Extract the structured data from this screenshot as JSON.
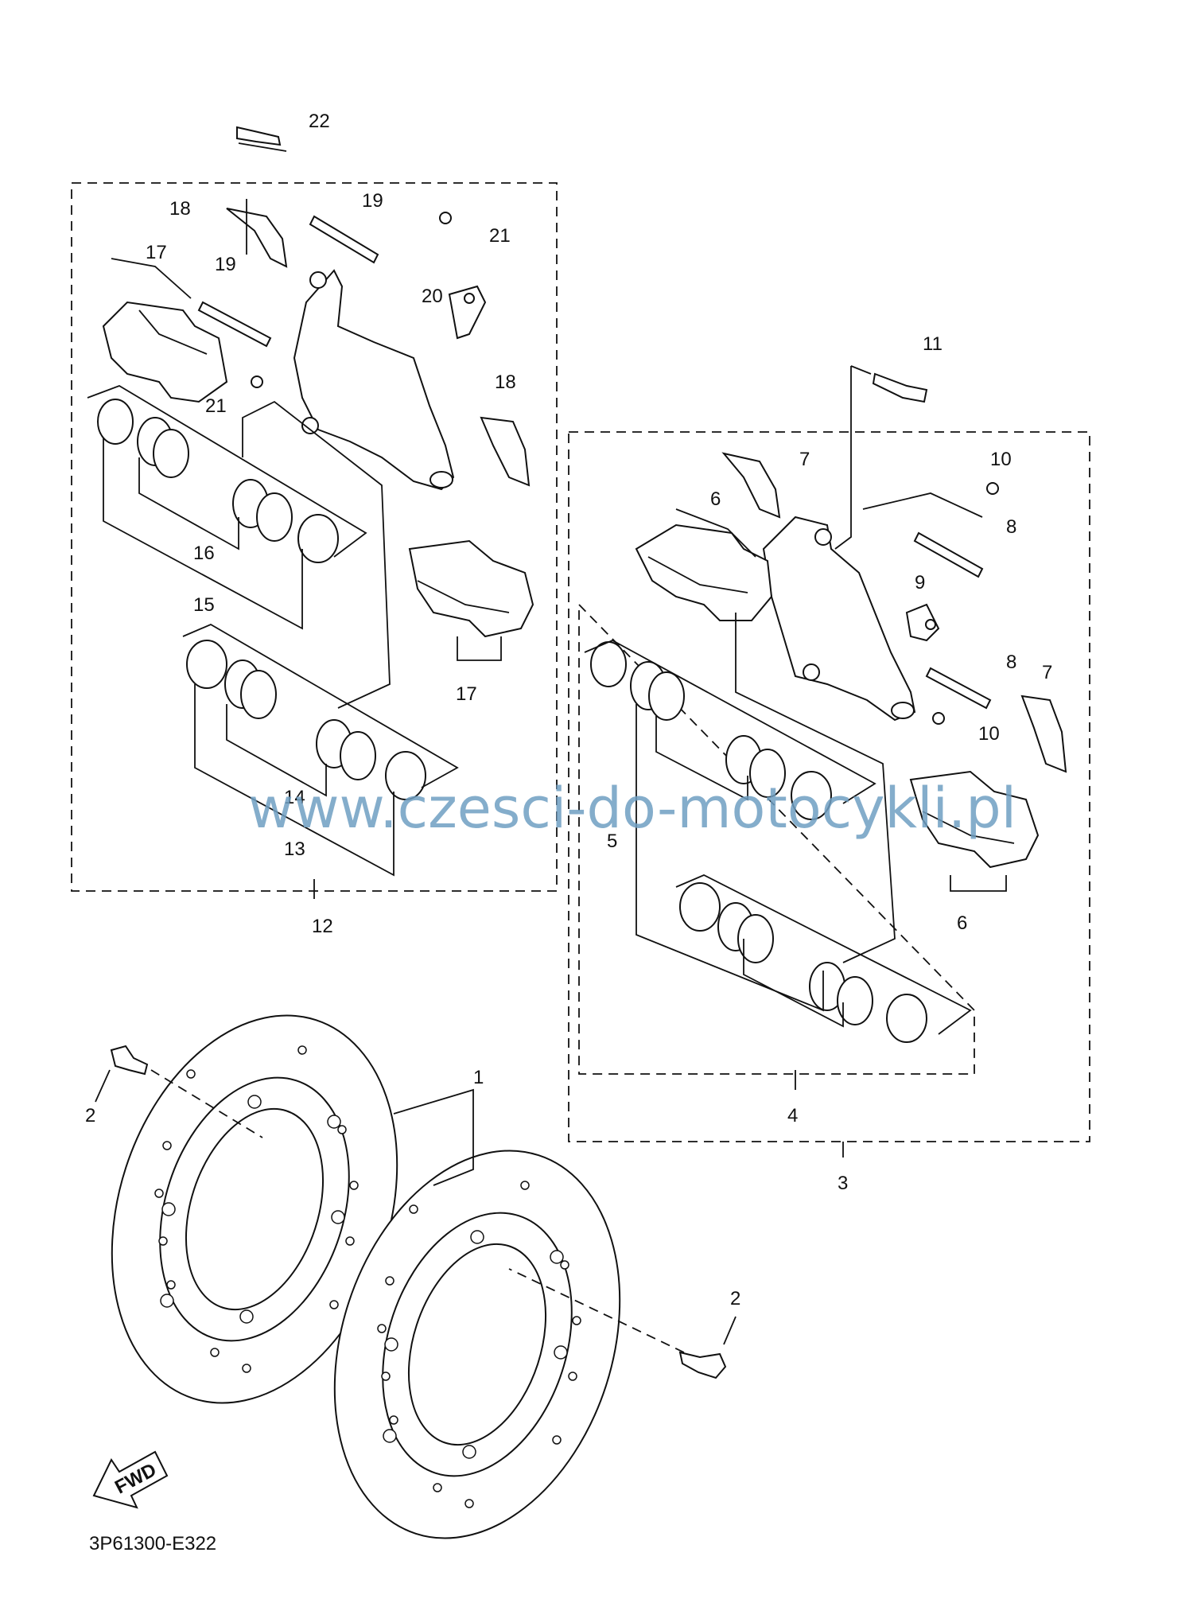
{
  "diagram": {
    "drawing_code": "3P61300-E322",
    "watermark": "www.czesci-do-motocykli.pl",
    "fwd_label": "FWD",
    "callouts": {
      "c1": "1",
      "c2a": "2",
      "c2b": "2",
      "c3": "3",
      "c4": "4",
      "c5": "5",
      "c6a": "6",
      "c6b": "6",
      "c7a": "7",
      "c7b": "7",
      "c8a": "8",
      "c8b": "8",
      "c9": "9",
      "c10a": "10",
      "c10b": "10",
      "c11": "11",
      "c12": "12",
      "c13": "13",
      "c14": "14",
      "c15": "15",
      "c16": "16",
      "c17a": "17",
      "c17b": "17",
      "c18a": "18",
      "c18b": "18",
      "c19a": "19",
      "c19b": "19",
      "c20": "20",
      "c21a": "21",
      "c21b": "21",
      "c22": "22"
    }
  }
}
